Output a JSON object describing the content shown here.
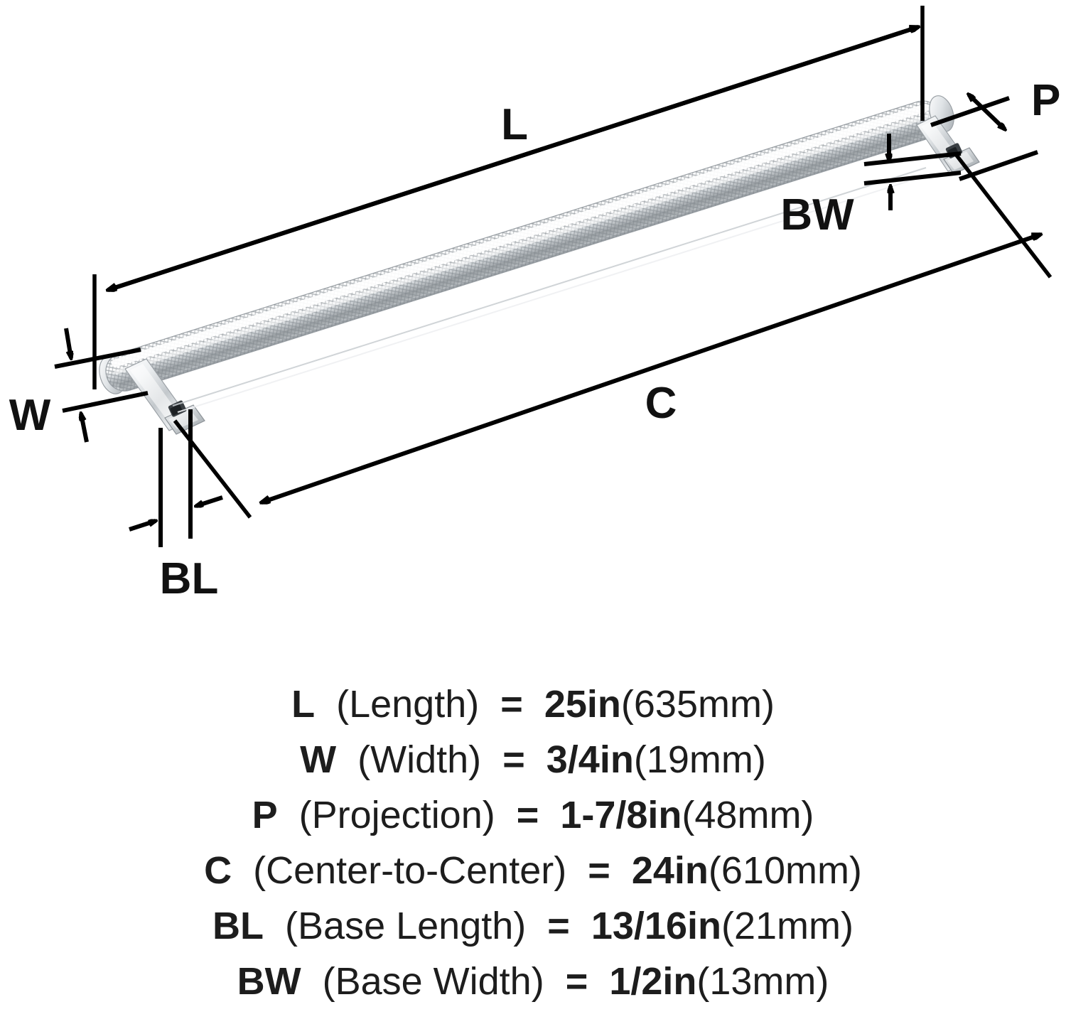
{
  "product": {
    "type": "knurled-bar-pull-handle",
    "finish_color": "#c9ccce"
  },
  "diagram": {
    "labels": {
      "length": "L",
      "width": "W",
      "projection": "P",
      "center_to_center": "C",
      "base_length": "BL",
      "base_width": "BW"
    }
  },
  "specs": [
    {
      "code": "L",
      "desc": "(Length)",
      "eq": "=",
      "value_in": "25in",
      "value_mm": "(635mm)"
    },
    {
      "code": "W",
      "desc": "(Width)",
      "eq": "=",
      "value_in": "3/4in",
      "value_mm": "(19mm)"
    },
    {
      "code": "P",
      "desc": "(Projection)",
      "eq": "=",
      "value_in": "1-7/8in",
      "value_mm": "(48mm)"
    },
    {
      "code": "C",
      "desc": "(Center-to-Center)",
      "eq": "=",
      "value_in": "24in",
      "value_mm": "(610mm)"
    },
    {
      "code": "BL",
      "desc": "(Base Length)",
      "eq": "=",
      "value_in": "13/16in",
      "value_mm": "(21mm)"
    },
    {
      "code": "BW",
      "desc": "(Base Width)",
      "eq": "=",
      "value_in": "1/2in",
      "value_mm": "(13mm)"
    }
  ]
}
